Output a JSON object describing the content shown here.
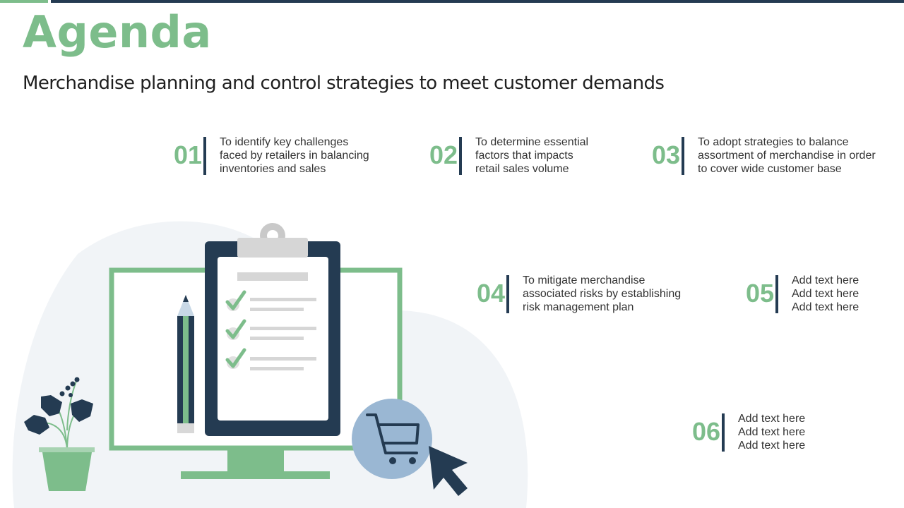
{
  "title": "Agenda",
  "subtitle": "Merchandise planning and control strategies to meet customer demands",
  "items": [
    {
      "number": "01",
      "lines": [
        "To identify key challenges",
        "faced by retailers in balancing",
        "inventories and sales"
      ]
    },
    {
      "number": "02",
      "lines": [
        "To determine essential",
        "factors that impacts",
        "retail sales volume"
      ]
    },
    {
      "number": "03",
      "lines": [
        "To adopt strategies to balance",
        "assortment of merchandise in order",
        "to cover wide customer base"
      ]
    },
    {
      "number": "04",
      "lines": [
        "To mitigate merchandise",
        "associated risks by establishing",
        "risk management plan"
      ]
    },
    {
      "number": "05",
      "lines": [
        "Add text here",
        "Add text here",
        "Add text here"
      ]
    },
    {
      "number": "06",
      "lines": [
        "Add text here",
        "Add text here",
        "Add text here"
      ]
    }
  ],
  "colors": {
    "accent_green": "#7dbd8b",
    "dark_navy": "#243b52",
    "light_blue_circle": "#9ab7d3",
    "background_blob": "#f1f4f7"
  },
  "illustration": {
    "icons": [
      "monitor-icon",
      "clipboard-icon",
      "checkmark-icon",
      "pencil-icon",
      "plant-icon",
      "shopping-cart-icon",
      "cursor-icon"
    ]
  }
}
